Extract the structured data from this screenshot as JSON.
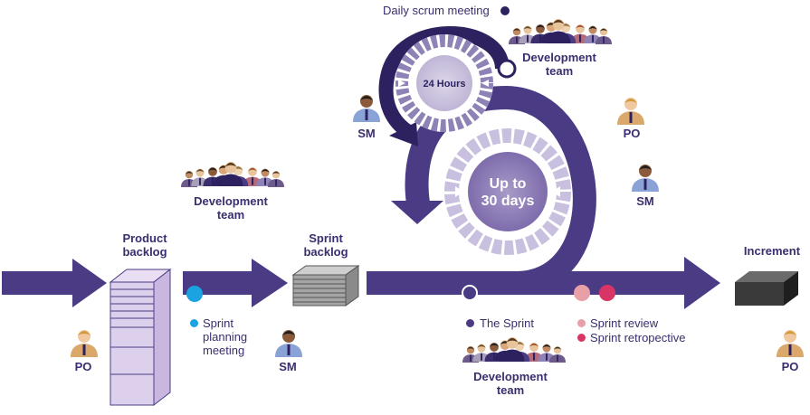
{
  "labels": {
    "daily_scrum": "Daily scrum meeting",
    "dev_team": "Development",
    "dev_team_2": "team",
    "sm": "SM",
    "po": "PO",
    "hours": "24 Hours",
    "days_1": "Up to",
    "days_2": "30 days",
    "product_backlog_1": "Product",
    "product_backlog_2": "backlog",
    "sprint_backlog_1": "Sprint",
    "sprint_backlog_2": "backlog",
    "increment": "Increment",
    "sprint_planning_1": "Sprint",
    "sprint_planning_2": "planning",
    "sprint_planning_3": "meeting",
    "the_sprint": "The Sprint",
    "sprint_review": "Sprint review",
    "sprint_retro": "Sprint retropective"
  },
  "colors": {
    "purple": "#4b3b85",
    "dark_purple": "#2e2160",
    "backlog_fill": "#ddd0ec",
    "planning_dot": "#1aa3e0",
    "sprint_dot": "#4b3b85",
    "review_dot": "#e8a0a8",
    "retro_dot": "#d83466"
  },
  "icons": {
    "person": "person-icon",
    "team": "team-icon"
  }
}
